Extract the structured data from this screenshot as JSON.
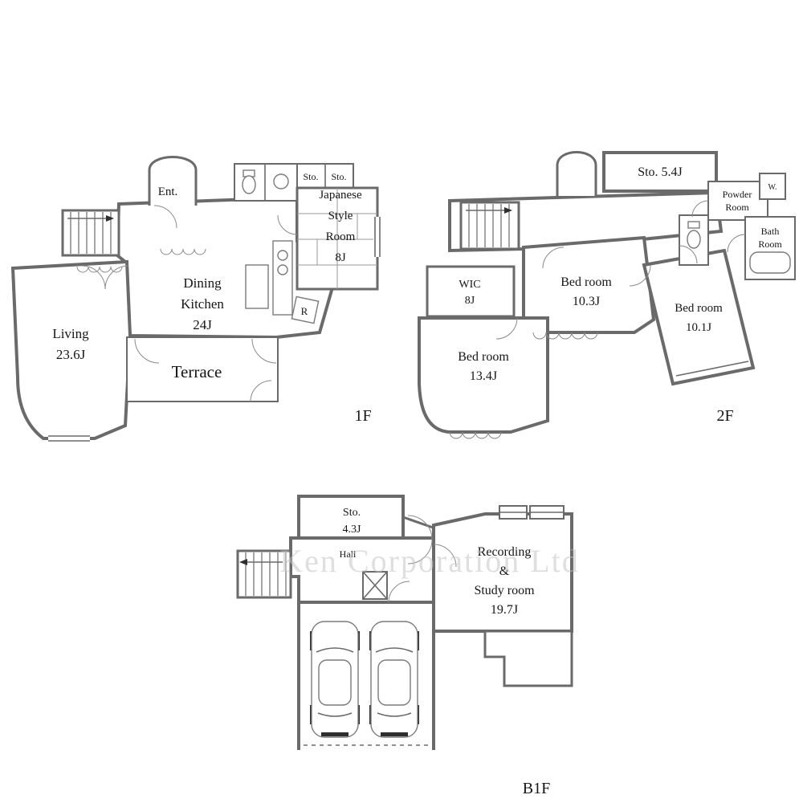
{
  "page": {
    "background": "#ffffff",
    "wall_color": "#6a6a6a",
    "watermark_color": "#c6c6c6"
  },
  "watermark": "Ken Corporation Ltd",
  "f1": {
    "label": "1F",
    "entrance": "Ent.",
    "storage_a": "Sto.",
    "storage_b": "Sto.",
    "japanese_room": [
      "Japanese",
      "Style",
      "Room",
      "8J"
    ],
    "dining_kitchen": [
      "Dining",
      "Kitchen",
      "24J"
    ],
    "living": [
      "Living",
      "23.6J"
    ],
    "terrace": "Terrace",
    "refrigerator": "R"
  },
  "f2": {
    "label": "2F",
    "storage": "Sto. 5.4J",
    "powder_room": [
      "Powder",
      "Room"
    ],
    "washer": "W.",
    "bath_room": [
      "Bath",
      "Room"
    ],
    "wic": [
      "WIC",
      "8J"
    ],
    "bedroom_center": [
      "Bed room",
      "10.3J"
    ],
    "bedroom_right": [
      "Bed room",
      "10.1J"
    ],
    "bedroom_left": [
      "Bed room",
      "13.4J"
    ]
  },
  "b1": {
    "label": "B1F",
    "storage": [
      "Sto.",
      "4.3J"
    ],
    "hall": "Hall",
    "study": [
      "Recording",
      "&",
      "Study room",
      "19.7J"
    ]
  }
}
